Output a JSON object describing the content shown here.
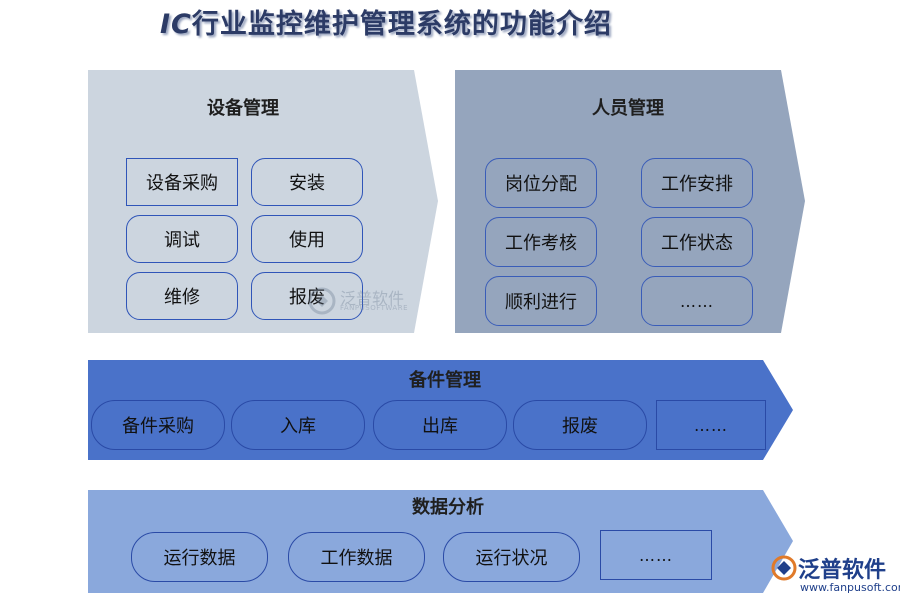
{
  "title": {
    "prefix": "IC",
    "rest": "行业监控维护管理系统的功能介绍"
  },
  "equipment": {
    "title": "设备管理",
    "items": [
      "设备采购",
      "安装",
      "调试",
      "使用",
      "维修",
      "报废"
    ]
  },
  "personnel": {
    "title": "人员管理",
    "items": [
      "岗位分配",
      "工作安排",
      "工作考核",
      "工作状态",
      "顺利进行",
      "……"
    ]
  },
  "spare_parts": {
    "title": "备件管理",
    "items": [
      "备件采购",
      "入库",
      "出库",
      "报废",
      "……"
    ]
  },
  "data_analysis": {
    "title": "数据分析",
    "items": [
      "运行数据",
      "工作数据",
      "运行状况",
      "……"
    ]
  },
  "watermark": {
    "name": "泛普软件",
    "sub": "FANPUSOFTWARE"
  },
  "logo": {
    "name": "泛普软件",
    "url": "www.fanpusoft.com"
  },
  "colors": {
    "equipment_bg": "#ccd5df",
    "personnel_bg": "#95a5bd",
    "spare_parts_bg": "#4a72c9",
    "data_analysis_bg": "#8aa8dc"
  }
}
